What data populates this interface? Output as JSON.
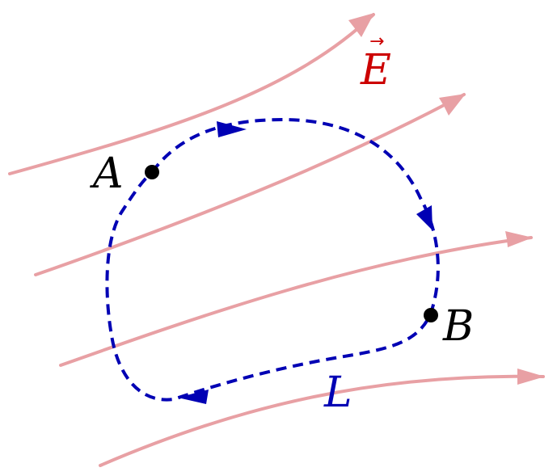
{
  "labels": {
    "point_a": "A",
    "point_b": "B",
    "loop": "L",
    "field": "E",
    "field_vector_arrow": "→"
  },
  "colors": {
    "field_lines": "#e8a0a4",
    "loop": "#0000b4",
    "points": "#000000",
    "field_label": "#cc0000",
    "text": "#000000"
  }
}
